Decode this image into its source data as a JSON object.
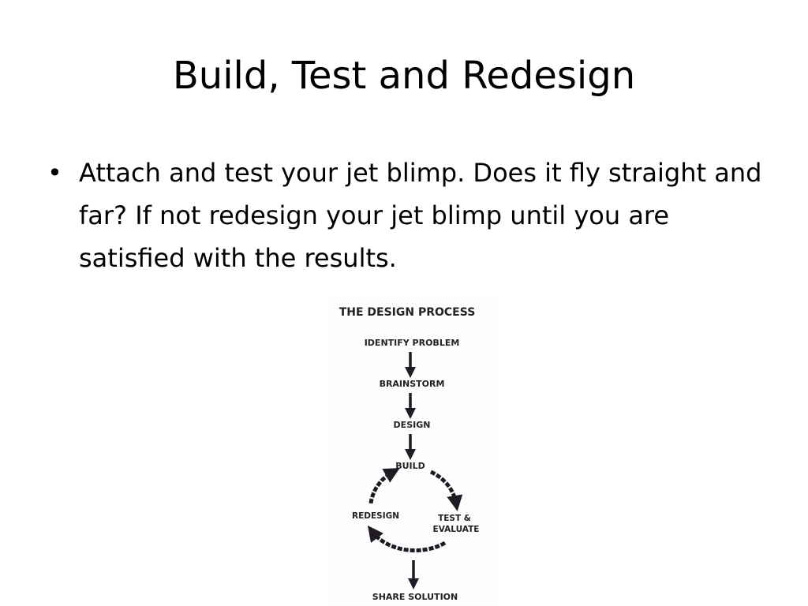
{
  "slide": {
    "title": "Build, Test and Redesign",
    "bullets": [
      "Attach and test your jet blimp.  Does it fly straight and far?  If not redesign your jet blimp until you are satisfied with the results."
    ],
    "bullet_glyph": "•"
  },
  "diagram": {
    "title": "THE DESIGN PROCESS",
    "steps": {
      "identify": "IDENTIFY PROBLEM",
      "brainstorm": "BRAINSTORM",
      "design": "DESIGN",
      "build": "BUILD",
      "test_line1": "TEST &",
      "test_line2": "EVALUATE",
      "redesign": "REDESIGN",
      "share": "SHARE SOLUTION"
    },
    "arrow_color": "#1f1a24"
  }
}
